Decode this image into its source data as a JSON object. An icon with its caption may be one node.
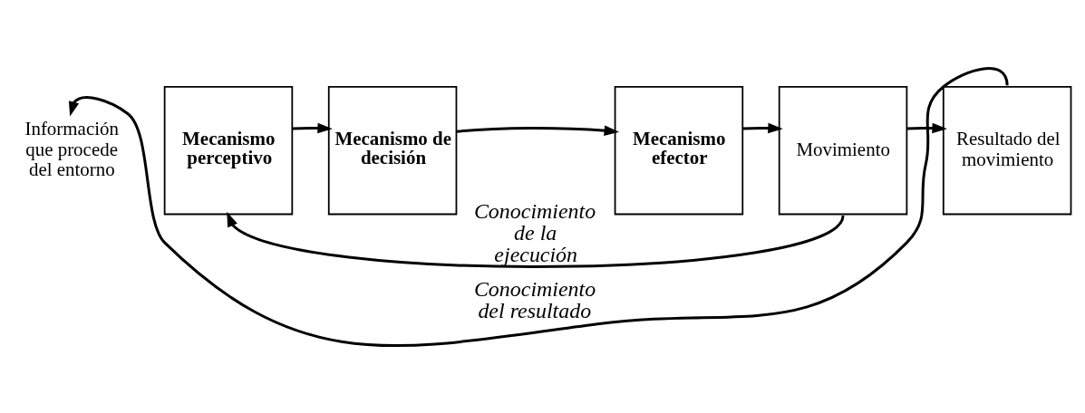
{
  "diagram": {
    "nodes": [
      {
        "text": [
          "Información que procede del entorno"
        ]
      },
      {
        "text": [
          "Mecanismo perceptivo"
        ]
      },
      {
        "text": [
          "Mecanismo de decisión"
        ]
      },
      {
        "text": [
          "Mecanismo efector"
        ]
      },
      {
        "text": [
          "Movimiento"
        ]
      },
      {
        "text": [
          "Resultado del movimiento"
        ]
      }
    ],
    "edges": [
      {
        "from": 1,
        "to": 2,
        "arrow": "to"
      },
      {
        "from": 2,
        "to": 3,
        "arrow": "to"
      },
      {
        "from": 3,
        "to": 4,
        "arrow": "to"
      },
      {
        "from": 4,
        "to": 5,
        "arrow": "to"
      },
      {
        "from": 5,
        "to": 0,
        "arrow": "to",
        "label": "Conocimiento del resultado"
      },
      {
        "from": 4,
        "to": 1,
        "arrow": "to",
        "label": "Conocimiento de la ejecución"
      }
    ]
  }
}
